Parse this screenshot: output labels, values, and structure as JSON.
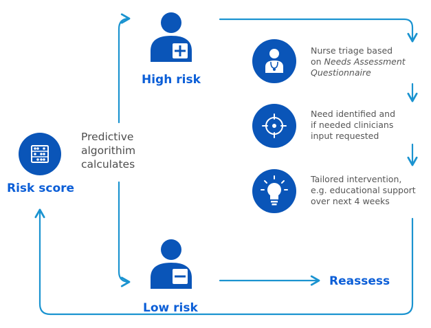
{
  "colors": {
    "primary": "#0b5ed7",
    "circle": "#0a55b8",
    "arrow": "#1a93d0",
    "text_gray": "#4d4d4d"
  },
  "nodes": {
    "risk_score": {
      "label": "Risk score",
      "icon": "abacus-icon"
    },
    "predictive": {
      "line1": "Predictive",
      "line2": "algorithim",
      "line3": "calculates"
    },
    "high_risk": {
      "label": "High risk",
      "icon": "person-plus-icon"
    },
    "low_risk": {
      "label": "Low risk",
      "icon": "person-minus-icon"
    },
    "reassess": {
      "label": "Reassess"
    }
  },
  "steps": [
    {
      "icon": "doctor-icon",
      "line1": "Nurse triage based",
      "line2_prefix": "on ",
      "line2_italic": "Needs Assessment",
      "line3_italic": "Questionnaire"
    },
    {
      "icon": "target-icon",
      "line1": "Need identified and",
      "line2": "if needed clinicians",
      "line3": "input requested"
    },
    {
      "icon": "lightbulb-icon",
      "line1": "Tailored intervention,",
      "line2": "e.g. educational support",
      "line3": "over next 4 weeks"
    }
  ]
}
